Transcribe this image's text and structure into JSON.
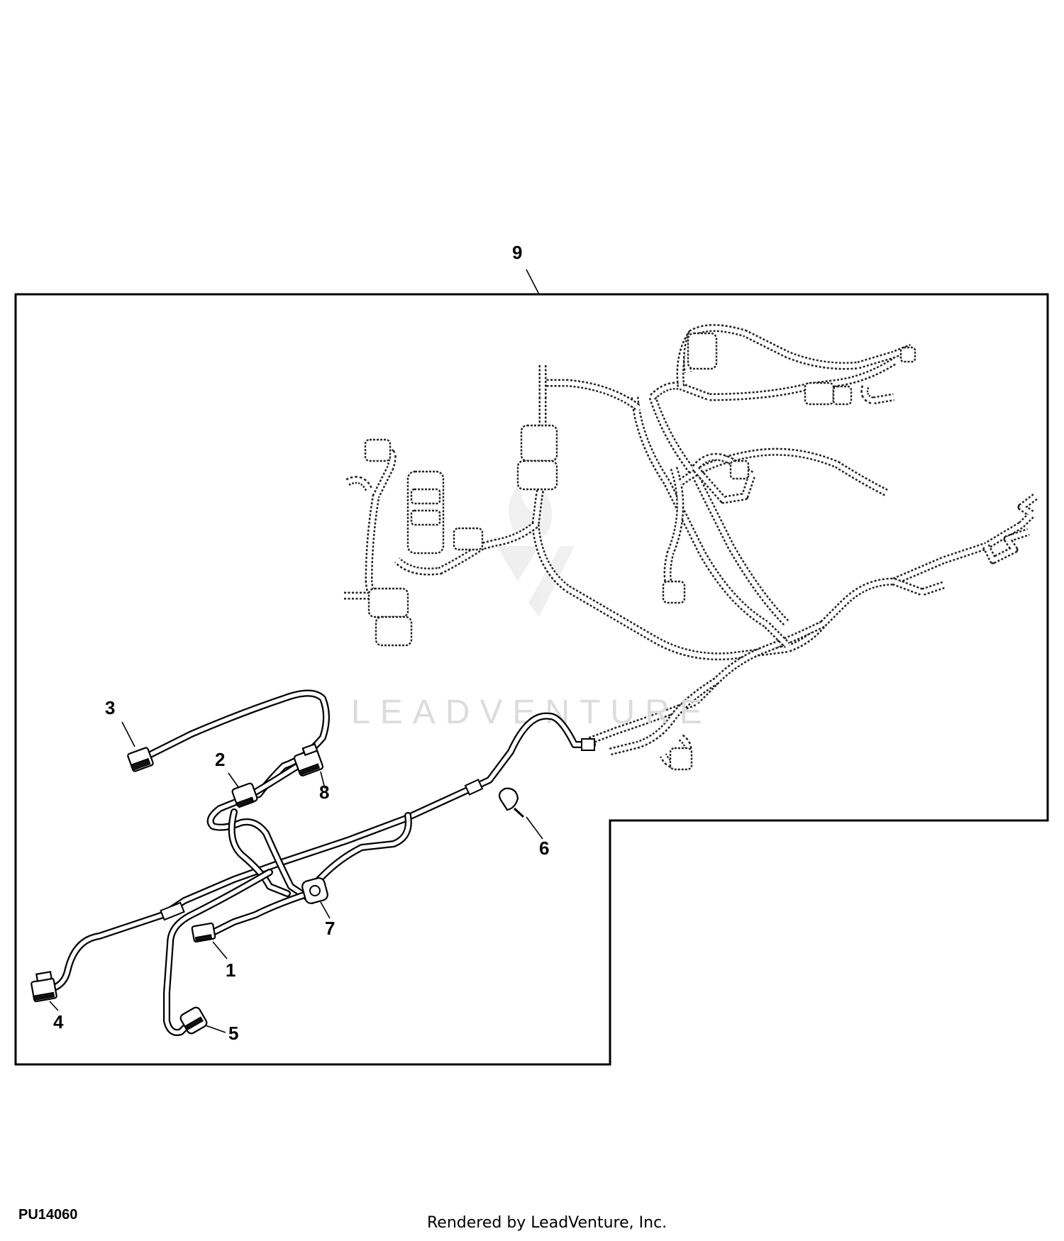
{
  "figure": {
    "id": "PU14060",
    "credit": "Rendered by LeadVenture, Inc.",
    "watermark": "LEADVENTURE"
  },
  "callouts": [
    {
      "key": "c1",
      "label": "1"
    },
    {
      "key": "c2",
      "label": "2"
    },
    {
      "key": "c3",
      "label": "3"
    },
    {
      "key": "c4",
      "label": "4"
    },
    {
      "key": "c5",
      "label": "5"
    },
    {
      "key": "c6",
      "label": "6"
    },
    {
      "key": "c7",
      "label": "7"
    },
    {
      "key": "c8",
      "label": "8"
    },
    {
      "key": "c9",
      "label": "9"
    }
  ],
  "colors": {
    "ink": "#000000",
    "watermark": "#dcdcdc",
    "background": "#ffffff"
  }
}
